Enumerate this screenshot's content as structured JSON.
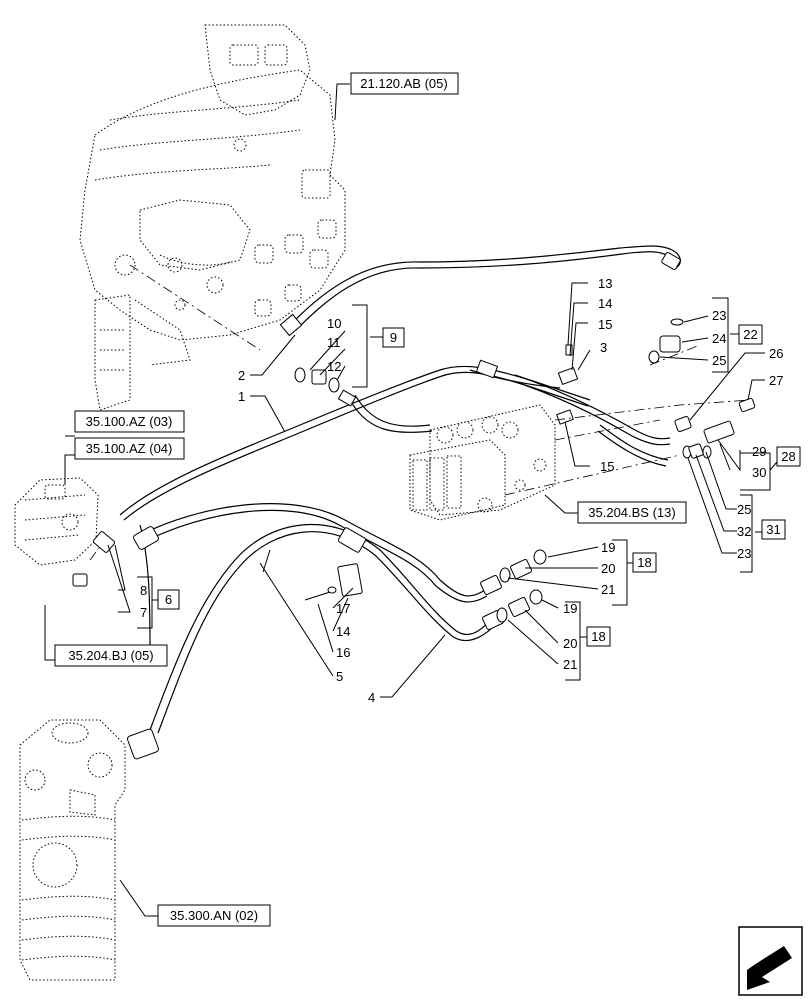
{
  "diagram": {
    "refs": {
      "r21120": "21.120.AB (05)",
      "r35100a": "35.100.AZ (03)",
      "r35100b": "35.100.AZ (04)",
      "r35204bs": "35.204.BS (13)",
      "r35204bj": "35.204.BJ (05)",
      "r35300": "35.300.AN (02)"
    },
    "groups": {
      "g9": "9",
      "g22": "22",
      "g28": "28",
      "g31": "31",
      "g18a": "18",
      "g18b": "18",
      "g6": "6"
    },
    "labels": {
      "l1": "1",
      "l2": "2",
      "l3": "3",
      "l4": "4",
      "l5": "5",
      "l7": "7",
      "l8": "8",
      "l10": "10",
      "l11": "11",
      "l12": "12",
      "l13": "13",
      "l14a": "14",
      "l15a": "15",
      "l15b": "15",
      "l14b": "14",
      "l16": "16",
      "l17": "17",
      "l19a": "19",
      "l20a": "20",
      "l21a": "21",
      "l19b": "19",
      "l20b": "20",
      "l21b": "21",
      "l23a": "23",
      "l24": "24",
      "l25a": "25",
      "l26": "26",
      "l27": "27",
      "l29": "29",
      "l30": "30",
      "l25b": "25",
      "l32": "32",
      "l23b": "23"
    }
  }
}
